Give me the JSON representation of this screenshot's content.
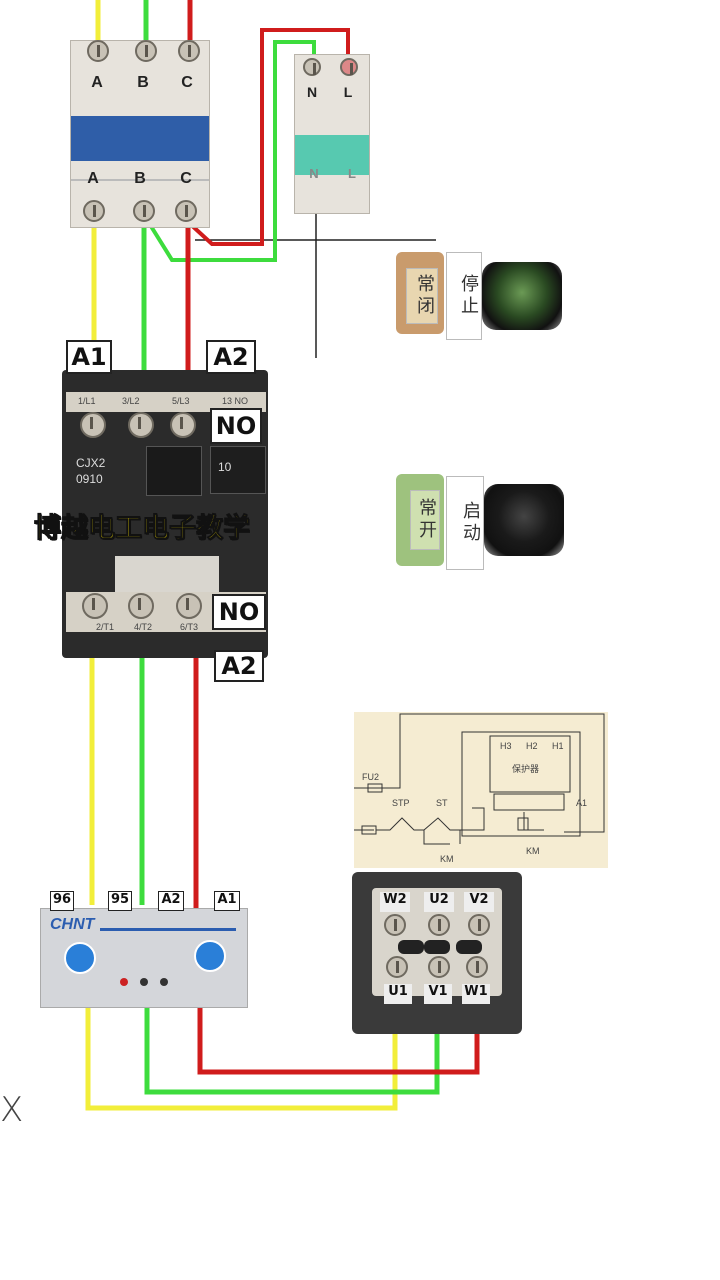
{
  "breaker3p": {
    "top_labels": [
      "A",
      "B",
      "C"
    ],
    "bottom_labels": [
      "A",
      "B",
      "C"
    ]
  },
  "breaker2p": {
    "top_labels": [
      "N",
      "L"
    ],
    "bottom_labels": [
      "N",
      "L"
    ]
  },
  "stop_button": {
    "label": "停止",
    "side_label": "常闭"
  },
  "start_button": {
    "label": "启动",
    "side_label": "常开"
  },
  "contactor": {
    "tag_a1": "A1",
    "tag_a2_top": "A2",
    "tag_no_top": "NO",
    "tag_no_bottom": "NO",
    "tag_a2_bottom": "A2",
    "model_line1": "CJX2",
    "model_line2": "0910",
    "top_terms": [
      "1/L1",
      "3/L2",
      "5/L3",
      "13 NO"
    ],
    "bottom_terms": [
      "2/T1",
      "4/T2",
      "6/T3"
    ],
    "aux_label": "10"
  },
  "watermark": "博越电工电子教学",
  "protector": {
    "brand": "CHNT",
    "tags": [
      "96",
      "95",
      "A2",
      "A1"
    ]
  },
  "schematic": {
    "labels": [
      "H3",
      "H2",
      "H1",
      "保护器",
      "FU2",
      "STP",
      "ST",
      "KM",
      "KM",
      "A1"
    ]
  },
  "motor_box": {
    "top_labels": [
      "W2",
      "U2",
      "V2"
    ],
    "bottom_labels": [
      "U1",
      "V1",
      "W1"
    ]
  },
  "close_glyph": "X",
  "colors": {
    "yellow": "#f2ee3a",
    "green": "#3ddc3d",
    "red": "#d01c1c",
    "blue": "#2f5ea8"
  }
}
